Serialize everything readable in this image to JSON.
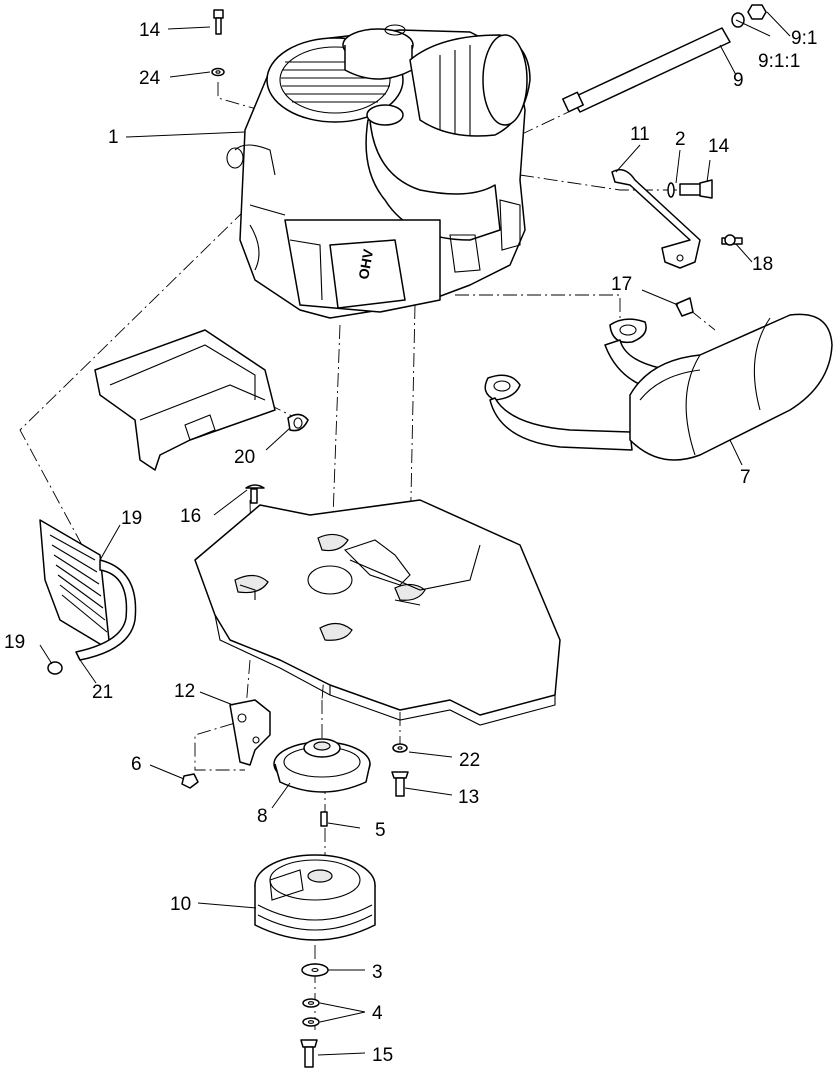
{
  "callouts": [
    {
      "id": "c14a",
      "text": "14"
    },
    {
      "id": "c24",
      "text": "24"
    },
    {
      "id": "c1",
      "text": "1"
    },
    {
      "id": "c9-1",
      "text": "9:1"
    },
    {
      "id": "c9-1-1",
      "text": "9:1:1"
    },
    {
      "id": "c9",
      "text": "9"
    },
    {
      "id": "c11",
      "text": "11"
    },
    {
      "id": "c2",
      "text": "2"
    },
    {
      "id": "c14b",
      "text": "14"
    },
    {
      "id": "c18",
      "text": "18"
    },
    {
      "id": "c17",
      "text": "17"
    },
    {
      "id": "c20",
      "text": "20"
    },
    {
      "id": "c7",
      "text": "7"
    },
    {
      "id": "c16",
      "text": "16"
    },
    {
      "id": "c19a",
      "text": "19"
    },
    {
      "id": "c19b",
      "text": "19"
    },
    {
      "id": "c21",
      "text": "21"
    },
    {
      "id": "c12",
      "text": "12"
    },
    {
      "id": "c22",
      "text": "22"
    },
    {
      "id": "c6",
      "text": "6"
    },
    {
      "id": "c13",
      "text": "13"
    },
    {
      "id": "c8",
      "text": "8"
    },
    {
      "id": "c5",
      "text": "5"
    },
    {
      "id": "c10",
      "text": "10"
    },
    {
      "id": "c3",
      "text": "3"
    },
    {
      "id": "c4",
      "text": "4"
    },
    {
      "id": "c15",
      "text": "15"
    }
  ],
  "engine_label": "OHV"
}
